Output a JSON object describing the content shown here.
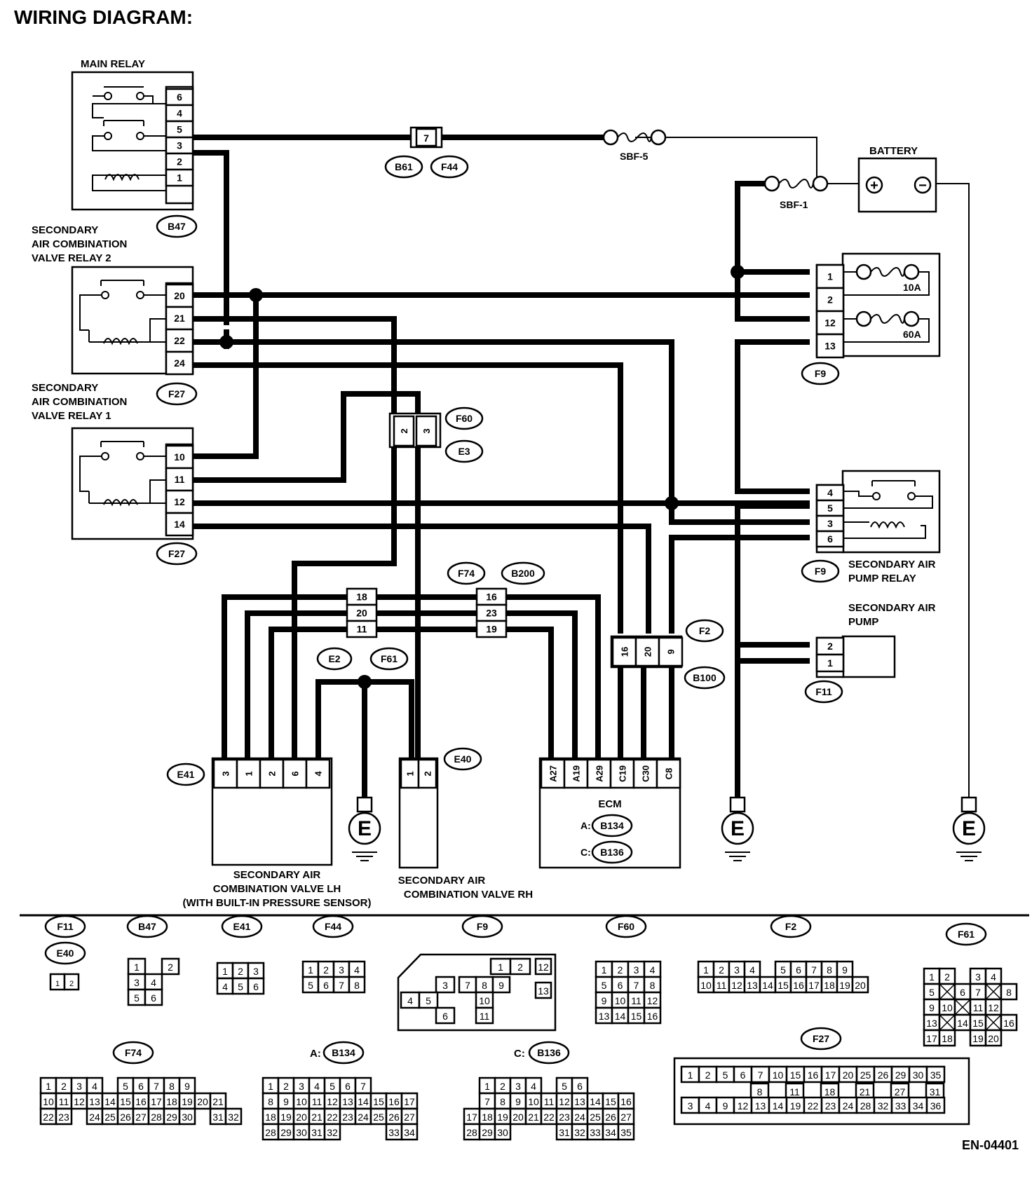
{
  "title": "WIRING DIAGRAM:",
  "doc_id": "EN-04401",
  "components": {
    "main_relay": "MAIN RELAY",
    "relay2": [
      "SECONDARY",
      "AIR COMBINATION",
      "VALVE RELAY 2"
    ],
    "relay1": [
      "SECONDARY",
      "AIR COMBINATION",
      "VALVE RELAY 1"
    ],
    "battery": "BATTERY",
    "sbf5": "SBF-5",
    "sbf1": "SBF-1",
    "fuse10": "10A",
    "fuse60": "60A",
    "pump_relay": [
      "SECONDARY AIR",
      "PUMP RELAY"
    ],
    "pump": [
      "SECONDARY AIR",
      "PUMP"
    ],
    "ecm": "ECM",
    "ecm_a": "A:",
    "ecm_c": "C:",
    "valve_lh": [
      "SECONDARY AIR",
      "COMBINATION VALVE LH",
      "(WITH BUILT-IN PRESSURE SENSOR)"
    ],
    "valve_rh": [
      "SECONDARY AIR",
      "COMBINATION VALVE RH"
    ],
    "ground": "E",
    "plus": "+",
    "minus": "−"
  },
  "pins": {
    "main_relay": [
      "6",
      "4",
      "5",
      "3",
      "2",
      "1"
    ],
    "relay2": [
      "20",
      "21",
      "22",
      "24"
    ],
    "relay1": [
      "10",
      "11",
      "12",
      "14"
    ],
    "f9_fuse": [
      "1",
      "2",
      "12",
      "13"
    ],
    "pump_relay": [
      "4",
      "5",
      "3",
      "6"
    ],
    "pump": [
      "2",
      "1"
    ],
    "b61": "7",
    "f60": [
      "2",
      "3"
    ],
    "left_inline": [
      "18",
      "20",
      "11"
    ],
    "mid_inline": [
      "16",
      "23",
      "19"
    ],
    "b100": [
      "16",
      "20",
      "9"
    ],
    "e41": [
      "3",
      "1",
      "2",
      "6",
      "4"
    ],
    "e40": [
      "1",
      "2"
    ],
    "ecm": [
      "A27",
      "A19",
      "A29",
      "C19",
      "C30",
      "C8"
    ]
  },
  "labels": {
    "b61": "B61",
    "f44": "F44",
    "b47": "B47",
    "f27a": "F27",
    "f27b": "F27",
    "f9a": "F9",
    "f9b": "F9",
    "f60": "F60",
    "e3": "E3",
    "f74": "F74",
    "b200": "B200",
    "f2": "F2",
    "b100": "B100",
    "e2": "E2",
    "f61": "F61",
    "e40": "E40",
    "e41": "E41",
    "f11": "F11",
    "b134": "B134",
    "b136": "B136"
  },
  "connectors": {
    "F11": "F11",
    "E40": "E40",
    "B47": "B47",
    "E41": "E41",
    "F44": "F44",
    "F9": "F9",
    "F60": "F60",
    "F2": "F2",
    "F61": "F61",
    "F74": "F74",
    "A_B134": "A:",
    "B134": "B134",
    "C_B136": "C:",
    "B136": "B136",
    "F27": "F27"
  },
  "grids": {
    "f11": [
      [
        "1",
        "2"
      ]
    ],
    "b47": [
      [
        "1",
        "",
        "2"
      ],
      [
        "3",
        "4"
      ],
      [
        "5",
        "6"
      ]
    ],
    "e41": [
      [
        "1",
        "2",
        "3"
      ],
      [
        "4",
        "5",
        "6"
      ]
    ],
    "f44": [
      [
        "1",
        "2",
        "3",
        "4"
      ],
      [
        "5",
        "6",
        "7",
        "8"
      ]
    ],
    "f60": [
      [
        "1",
        "2",
        "3",
        "4"
      ],
      [
        "5",
        "6",
        "7",
        "8"
      ],
      [
        "9",
        "10",
        "11",
        "12"
      ],
      [
        "13",
        "14",
        "15",
        "16"
      ]
    ],
    "f2": [
      [
        "1",
        "2",
        "3",
        "4",
        "",
        "5",
        "6",
        "7",
        "8",
        "9"
      ],
      [
        "10",
        "11",
        "12",
        "13",
        "14",
        "15",
        "16",
        "17",
        "18",
        "19",
        "20"
      ]
    ],
    "f61": [
      [
        "1",
        "2",
        "",
        "3",
        "4"
      ],
      [
        "5",
        "X",
        "6",
        "7",
        "X",
        "8"
      ],
      [
        "9",
        "10",
        "X",
        "11",
        "12"
      ],
      [
        "13",
        "X",
        "14",
        "15",
        "X",
        "16"
      ],
      [
        "17",
        "18",
        "",
        "19",
        "20"
      ]
    ],
    "f74": [
      [
        "1",
        "2",
        "3",
        "4",
        "",
        "5",
        "6",
        "7",
        "8",
        "9"
      ],
      [
        "10",
        "11",
        "12",
        "13",
        "14",
        "15",
        "16",
        "17",
        "18",
        "19",
        "20",
        "21"
      ],
      [
        "22",
        "23",
        "",
        "24",
        "25",
        "26",
        "27",
        "28",
        "29",
        "30",
        "",
        "31",
        "32"
      ]
    ],
    "b134": [
      [
        "1",
        "2",
        "3",
        "4",
        "5",
        "6",
        "7"
      ],
      [
        "8",
        "9",
        "10",
        "11",
        "12",
        "13",
        "14",
        "15",
        "16",
        "17"
      ],
      [
        "18",
        "19",
        "20",
        "21",
        "22",
        "23",
        "24",
        "25",
        "26",
        "27"
      ],
      [
        "28",
        "29",
        "30",
        "31",
        "32",
        "",
        "",
        "",
        "33",
        "34"
      ]
    ],
    "b136": [
      [
        "",
        "1",
        "2",
        "3",
        "4",
        "",
        "5",
        "6"
      ],
      [
        "",
        "7",
        "8",
        "9",
        "10",
        "11",
        "12",
        "13",
        "14",
        "15",
        "16"
      ],
      [
        "17",
        "18",
        "19",
        "20",
        "21",
        "22",
        "23",
        "24",
        "25",
        "26",
        "27"
      ],
      [
        "28",
        "29",
        "30",
        "",
        "",
        "",
        "31",
        "32",
        "33",
        "34",
        "35"
      ]
    ],
    "f9": {
      "top": [
        "1",
        "2"
      ],
      "r": [
        "12",
        "13"
      ],
      "a": [
        "3",
        "4",
        "5",
        "6"
      ],
      "b": [
        "7",
        "8",
        "9",
        "10",
        "11"
      ]
    },
    "f27": {
      "r1": [
        "1",
        "2",
        "5",
        "6",
        "7",
        "10",
        "15",
        "16",
        "17",
        "20",
        "25",
        "26",
        "29",
        "30",
        "35"
      ],
      "r2": [
        "8",
        "11",
        "18",
        "21",
        "27",
        "31"
      ],
      "r3": [
        "3",
        "4",
        "9",
        "12",
        "13",
        "14",
        "19",
        "22",
        "23",
        "24",
        "28",
        "32",
        "33",
        "34",
        "36"
      ]
    }
  }
}
